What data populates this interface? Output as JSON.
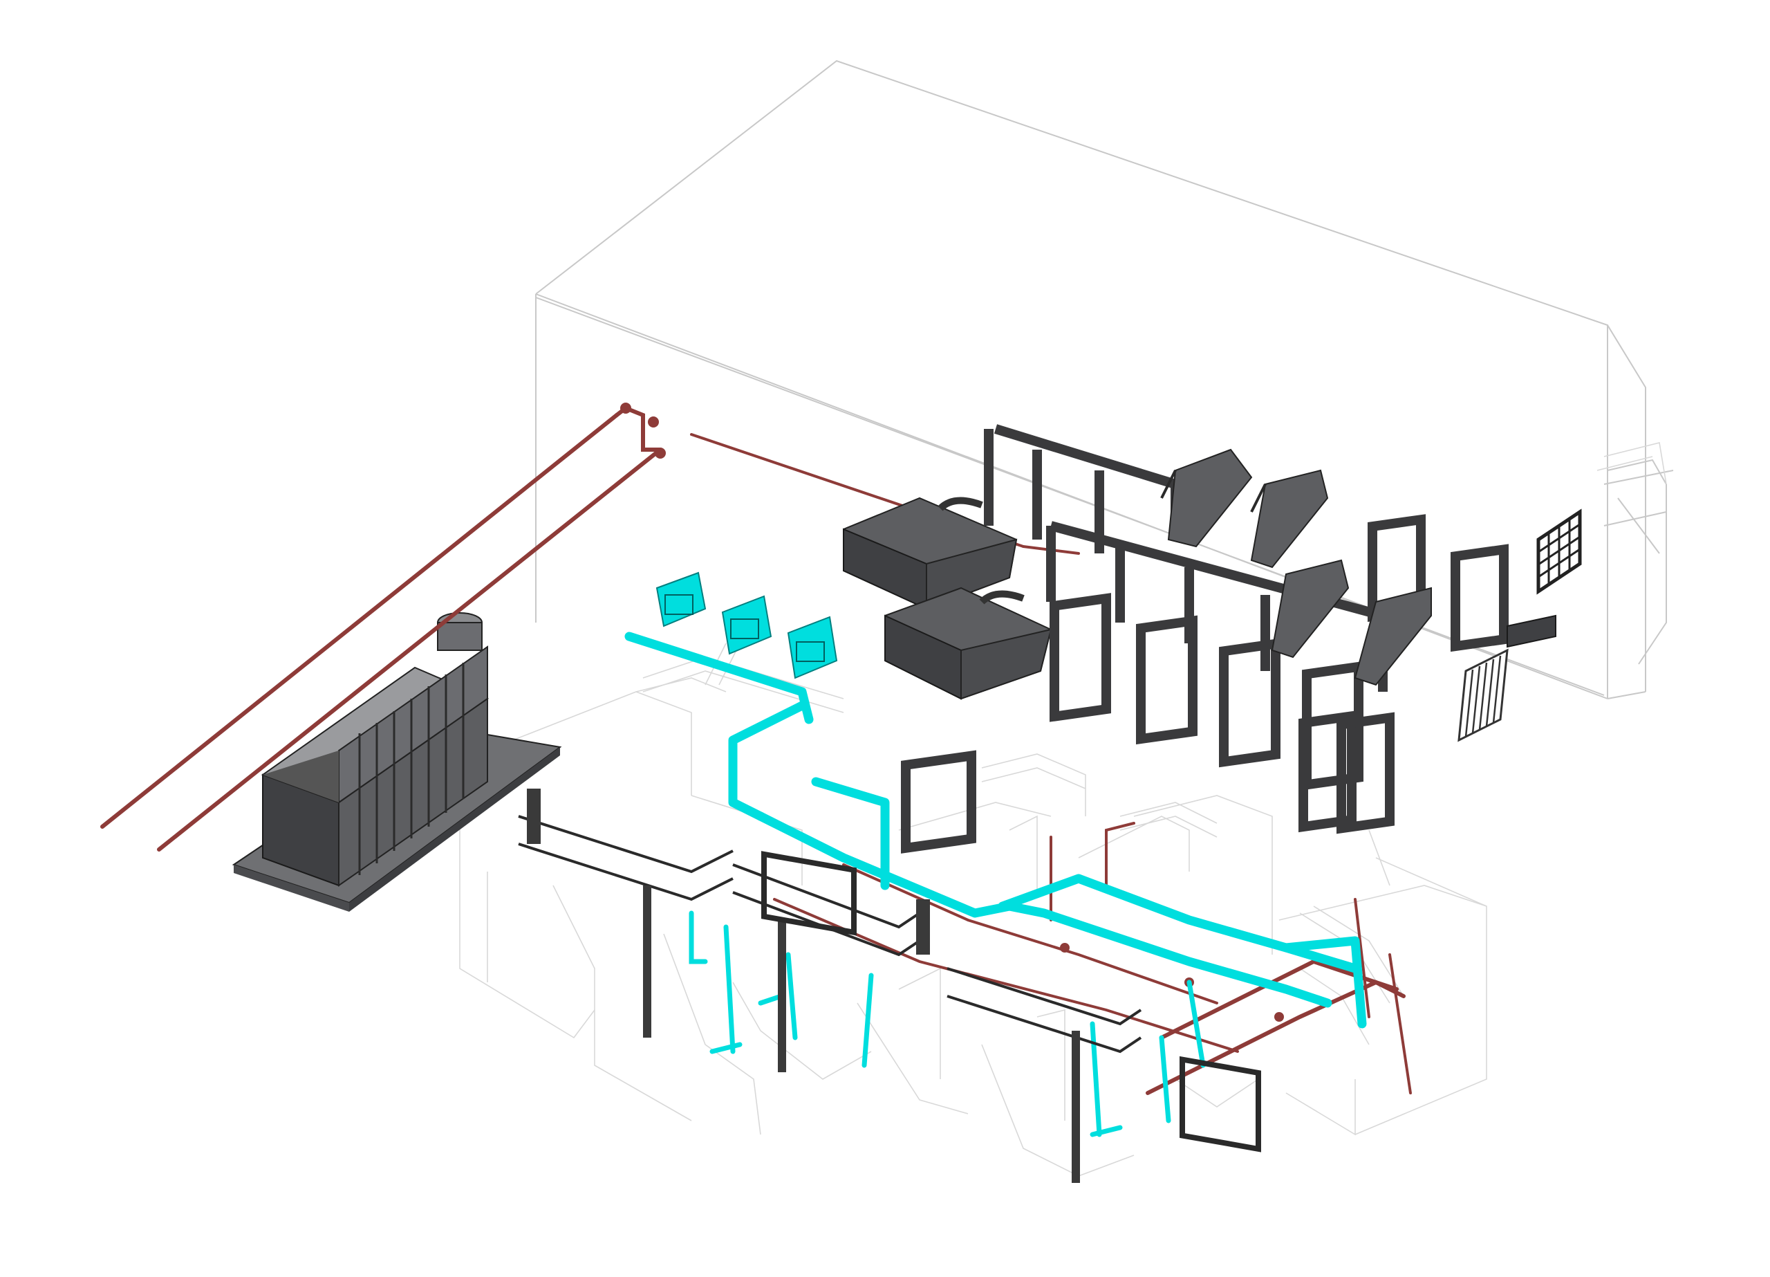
{
  "drawing": {
    "colors": {
      "background": "#ffffff",
      "building_outline": "#c8c8c8",
      "process_pipe": "#8e3b38",
      "air_pipe": "#00dede",
      "equipment": "#5d5e61",
      "equipment_dark": "#3f4043"
    },
    "elements": [
      "building-outline",
      "storage-tank",
      "tank-pad",
      "inlet-pipe-red",
      "blower-units",
      "air-header-cyan",
      "screening-containers",
      "screen-gates",
      "inclined-screens",
      "inlet-grating",
      "wall-louver",
      "clarifier-bridges",
      "channel-walls",
      "stairs",
      "handrails"
    ]
  }
}
